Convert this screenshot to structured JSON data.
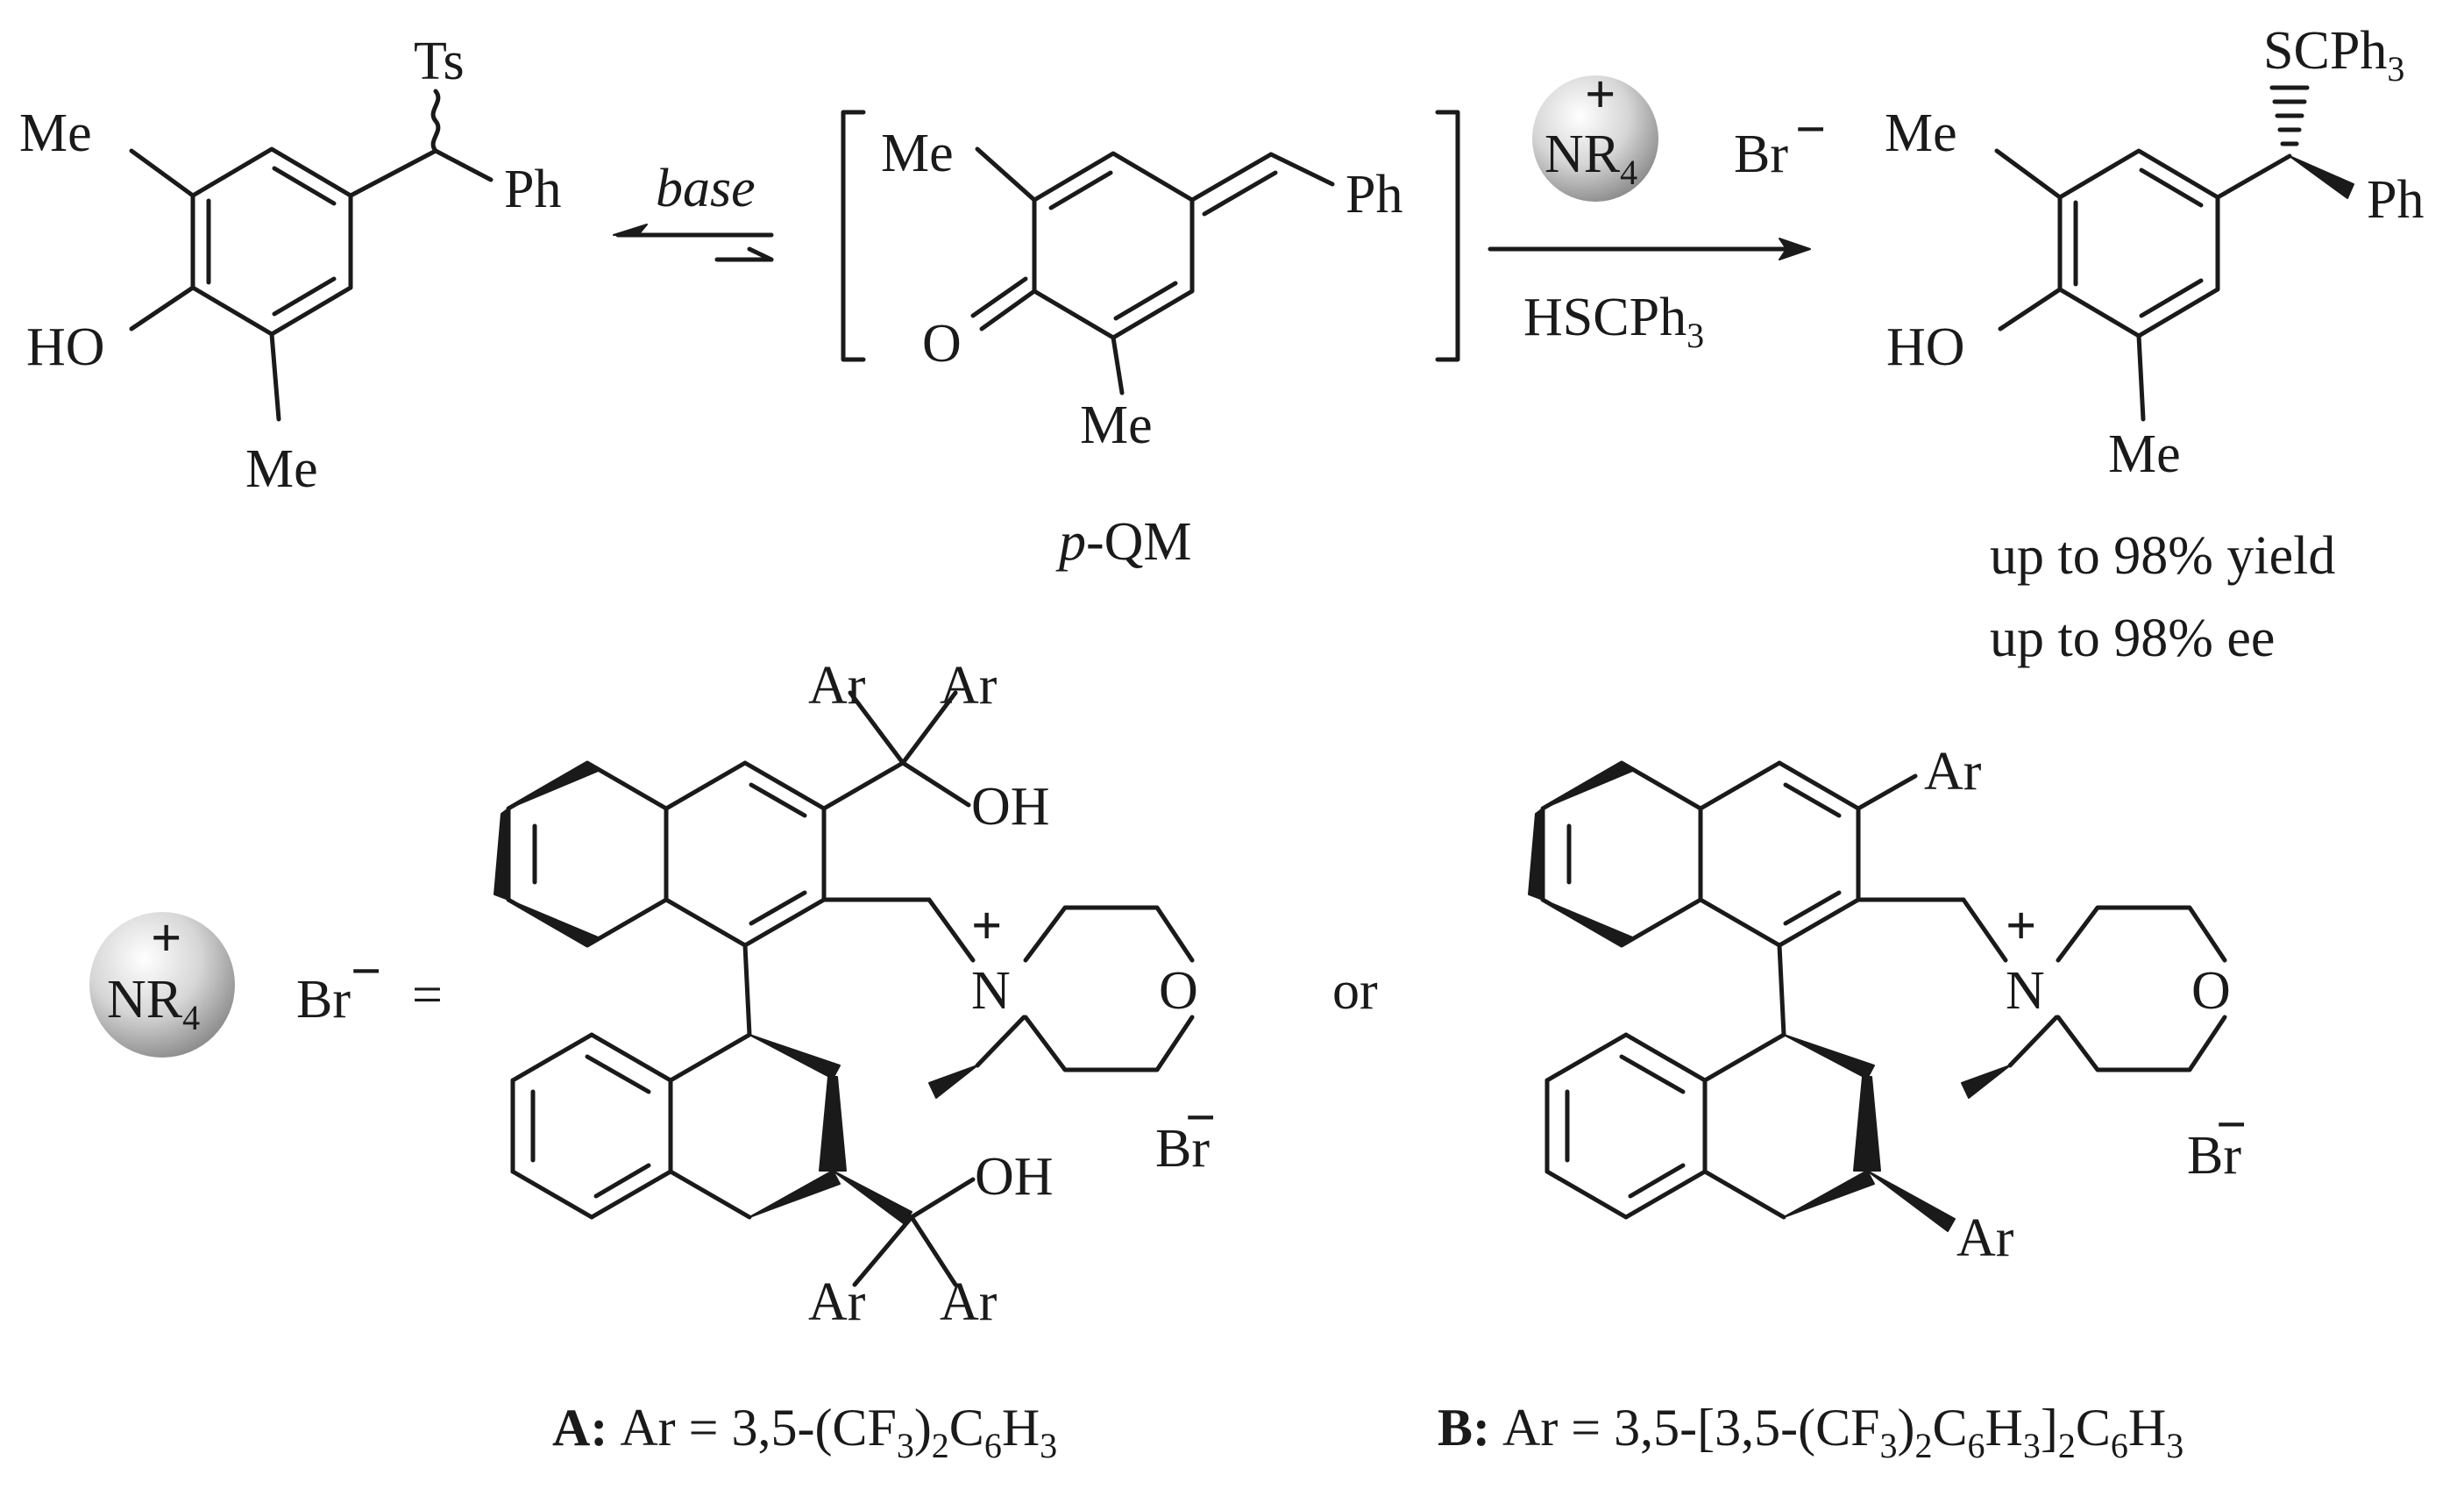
{
  "colors": {
    "ink": "#1a1a1a",
    "background": "#ffffff",
    "sphere_highlight": "#ffffff",
    "sphere_shadow": "#8f8f8f"
  },
  "reaction": {
    "sm": {
      "ts": "Ts",
      "me_top": "Me",
      "ph": "Ph",
      "oh": "HO",
      "me_bottom": "Me"
    },
    "step1_reagent": "base",
    "intermediate": {
      "me_top": "Me",
      "ph": "Ph",
      "o": "O",
      "me_bottom": "Me",
      "name_italic": "p",
      "name_rest": "-QM"
    },
    "catalyst_badge": {
      "plus": "+",
      "n": "NR",
      "sub": "4",
      "counter": "Br",
      "minus": "−"
    },
    "step2_reagent": {
      "main": "HSCPh",
      "sub": "3"
    },
    "product": {
      "scph": "SCPh",
      "scph_sub": "3",
      "me_top": "Me",
      "ph": "Ph",
      "oh": "HO",
      "me_bottom": "Me",
      "yield_text": "up to 98% yield",
      "ee_text": "up to 98% ee"
    }
  },
  "catalysts": {
    "legend": {
      "plus": "+",
      "n": "NR",
      "sub": "4",
      "counter": "Br",
      "minus": "−",
      "equals": "="
    },
    "a": {
      "ar1": "Ar",
      "ar2": "Ar",
      "oh_top": "OH",
      "plus": "+",
      "n": "N",
      "o": "O",
      "oh_bottom": "OH",
      "ar3": "Ar",
      "ar4": "Ar",
      "br": "Br",
      "br_minus": "−",
      "caption_label": "A:",
      "caption_parts": [
        "Ar = 3,5-(CF",
        "3",
        ")",
        "2",
        "C",
        "6",
        "H",
        "3"
      ]
    },
    "or_text": "or",
    "b": {
      "ar_top": "Ar",
      "plus": "+",
      "n": "N",
      "o": "O",
      "ar_bottom": "Ar",
      "br": "Br",
      "br_minus": "−",
      "caption_label": "B:",
      "caption_parts": [
        "Ar = 3,5-[3,5-(CF",
        "3",
        ")",
        "2",
        "C",
        "6",
        "H",
        "3",
        "]",
        "2",
        "C",
        "6",
        "H",
        "3"
      ]
    }
  }
}
